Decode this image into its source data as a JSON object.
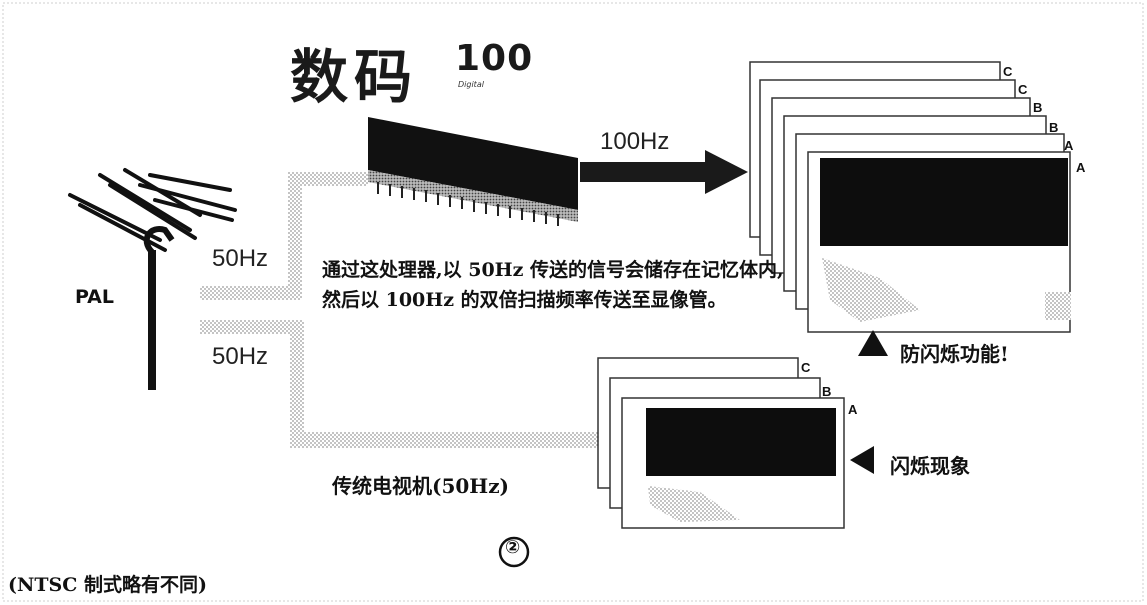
{
  "logo": {
    "title": "数码",
    "number": "100",
    "subtitle": "Digital"
  },
  "antenna": {
    "label": "PAL"
  },
  "frequencies": {
    "processor_output": "100Hz",
    "input_upper": "50Hz",
    "input_lower": "50Hz"
  },
  "description": "通过这处理器,以 50Hz 传送的信号会储存在记忆体内,然后以 100Hz 的双倍扫描频率传送至显像管。",
  "labels": {
    "anti_flicker": "防闪烁功能!",
    "flicker": "闪烁现象",
    "traditional_tv": "传统电视机(50Hz)",
    "figure_number": "②",
    "ntsc_note": "(NTSC 制式略有不同)"
  },
  "frame_letters_100hz": [
    "C",
    "C",
    "B",
    "B",
    "A",
    "A"
  ],
  "frame_letters_50hz": [
    "C",
    "B",
    "A"
  ],
  "colors": {
    "ink": "#111111",
    "screen": "#0d0d0d",
    "gray_path": "#b8b8b8",
    "background": "#ffffff"
  }
}
